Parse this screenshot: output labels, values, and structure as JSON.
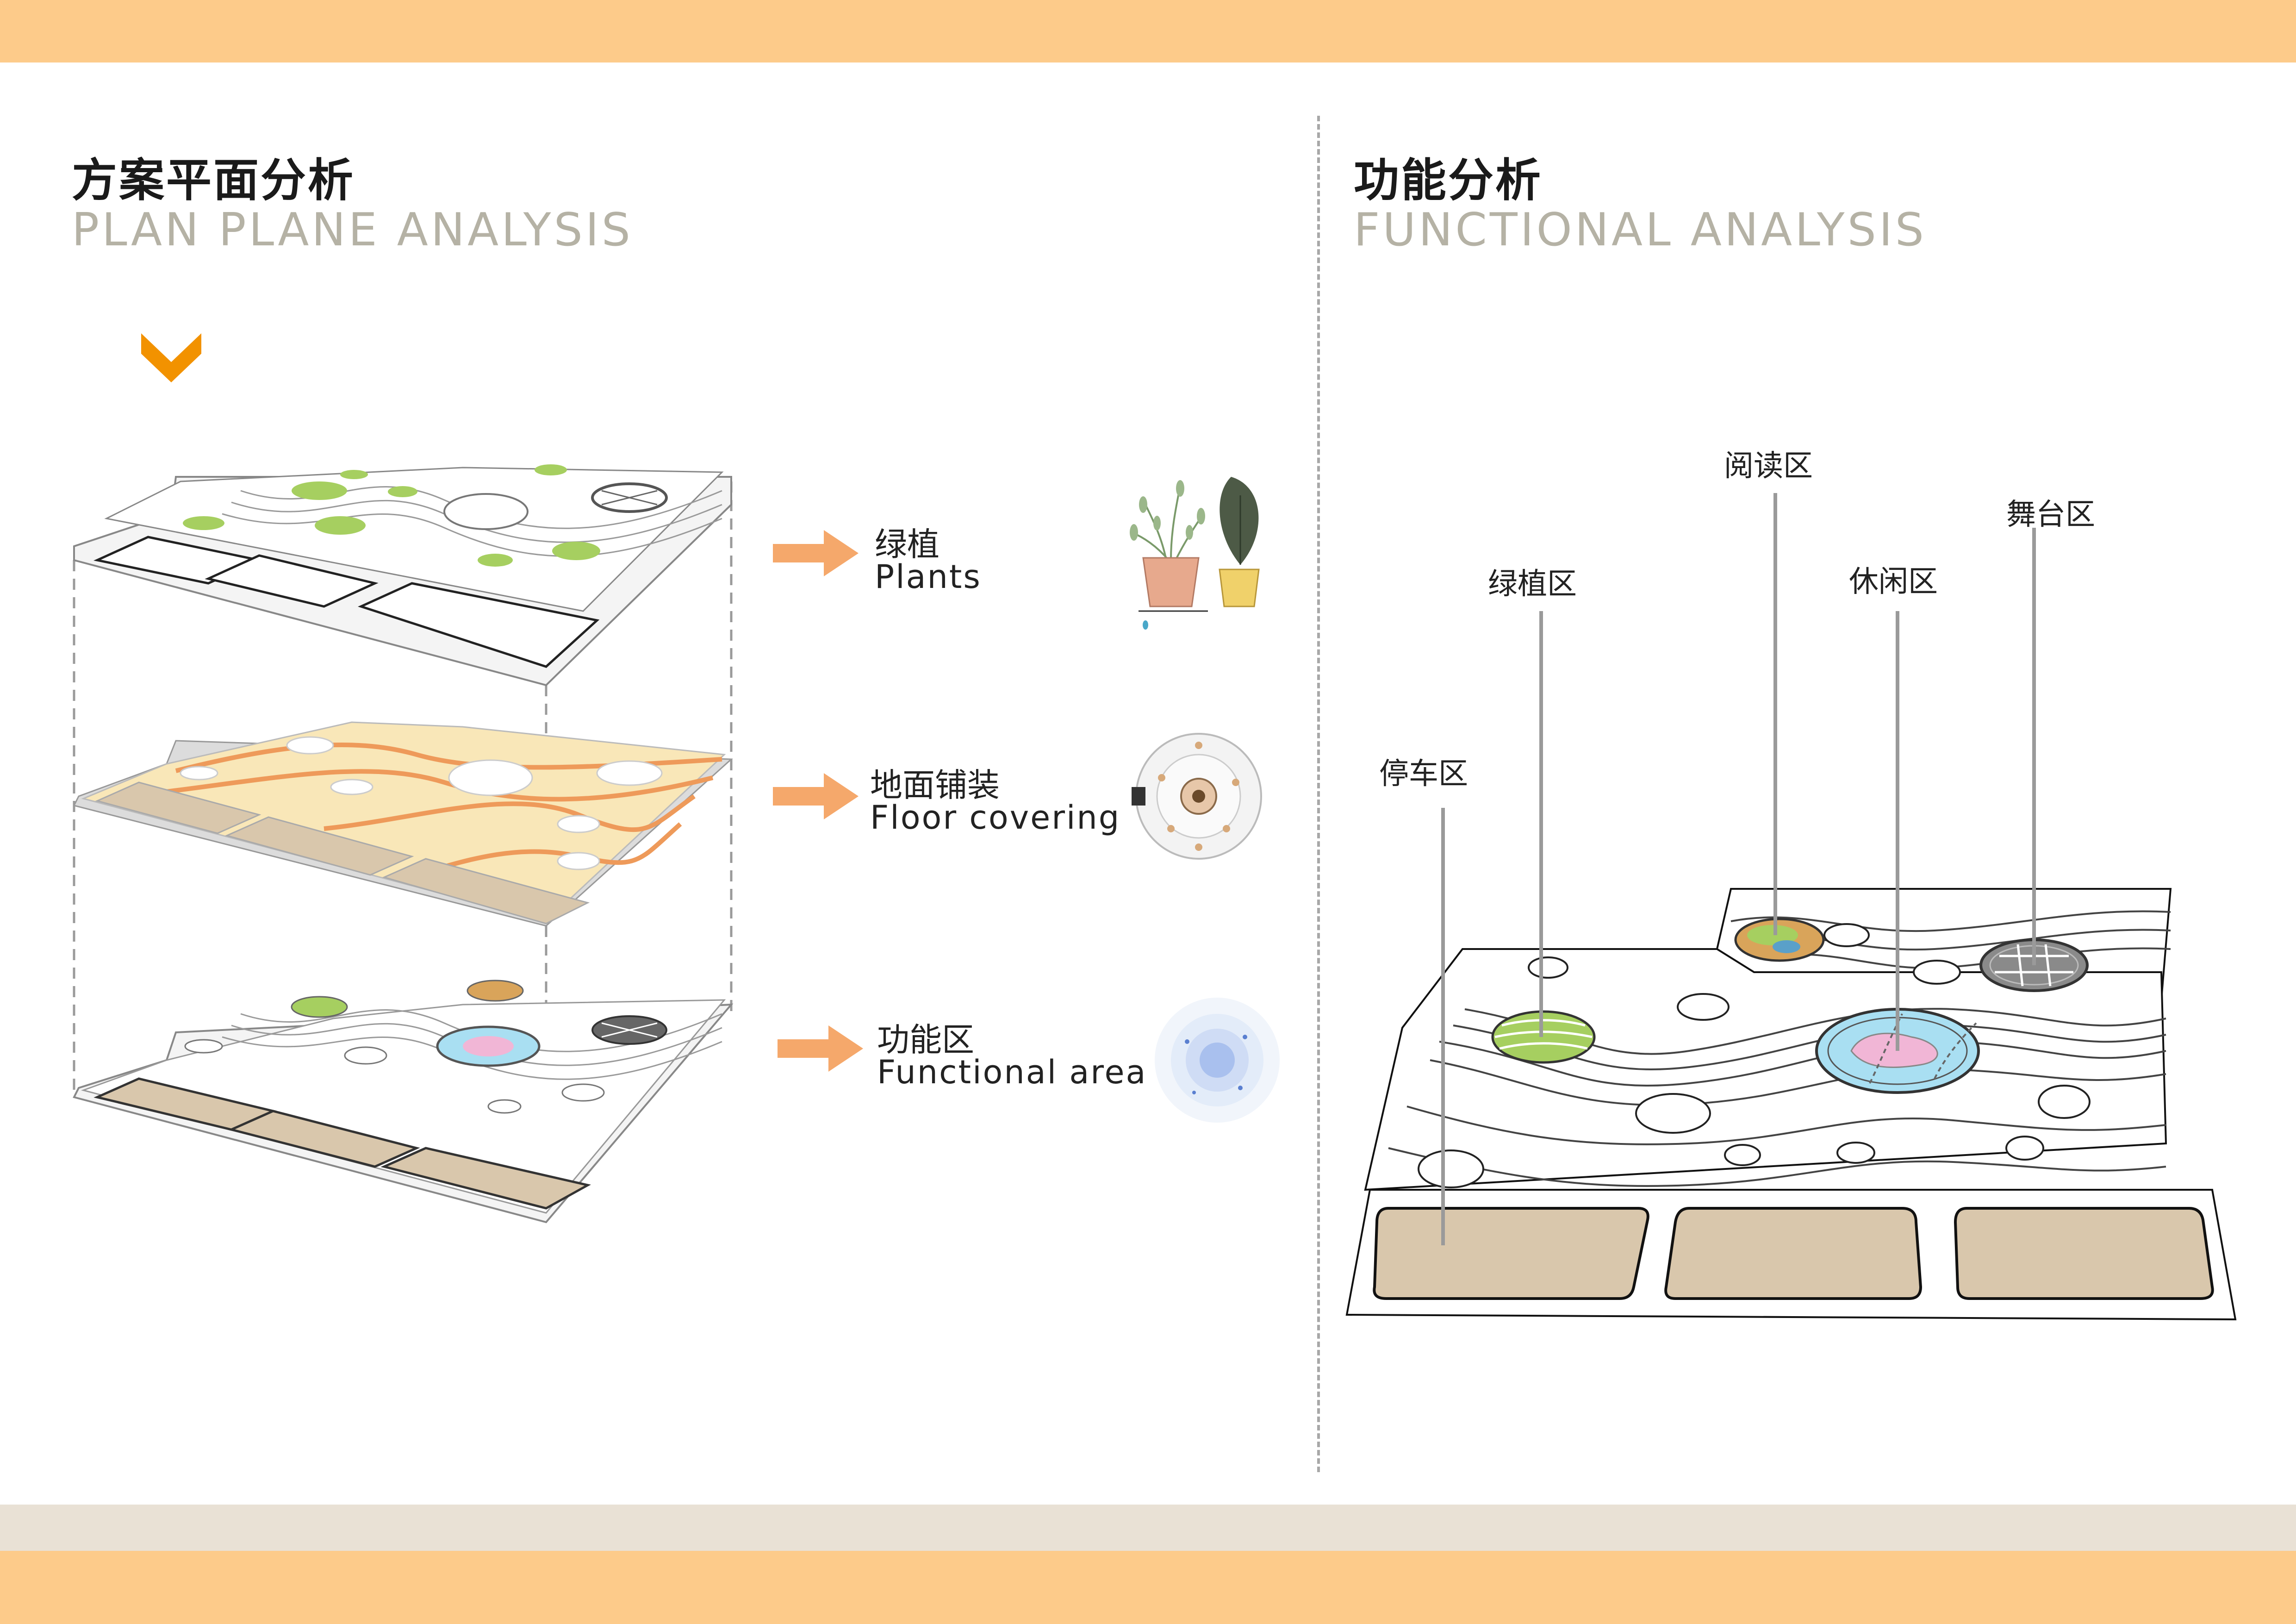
{
  "colors": {
    "band_orange": "#fdcb8a",
    "band_beige": "#e9e1d5",
    "arrow": "#f5a86b",
    "chevron": "#f29200",
    "plant_green": "#a6cf60",
    "paving_yellow": "#f9e7b8",
    "paving_orange": "#ee9a5a",
    "parking_tan": "#d9c7ac",
    "leisure_blue": "#a9dff2",
    "leisure_pink": "#f1b6d6",
    "stage_gray": "#8a8a8a"
  },
  "left": {
    "title_cn": "方案平面分析",
    "title_en": "PLAN PLANE ANALYSIS",
    "chevron_icon": "chevron-down-icon",
    "legend": [
      {
        "cn": "绿植",
        "en": "Plants",
        "icon": "potted-plants-icon"
      },
      {
        "cn": "地面铺装",
        "en": "Floor covering",
        "icon": "floor-covering-disc-icon"
      },
      {
        "cn": "功能区",
        "en": "Functional area",
        "icon": "functional-area-rings-icon"
      }
    ]
  },
  "right": {
    "title_cn": "功能分析",
    "title_en": "FUNCTIONAL ANALYSIS",
    "zones": [
      {
        "label": "停车区"
      },
      {
        "label": "绿植区"
      },
      {
        "label": "阅读区"
      },
      {
        "label": "休闲区"
      },
      {
        "label": "舞台区"
      }
    ]
  }
}
